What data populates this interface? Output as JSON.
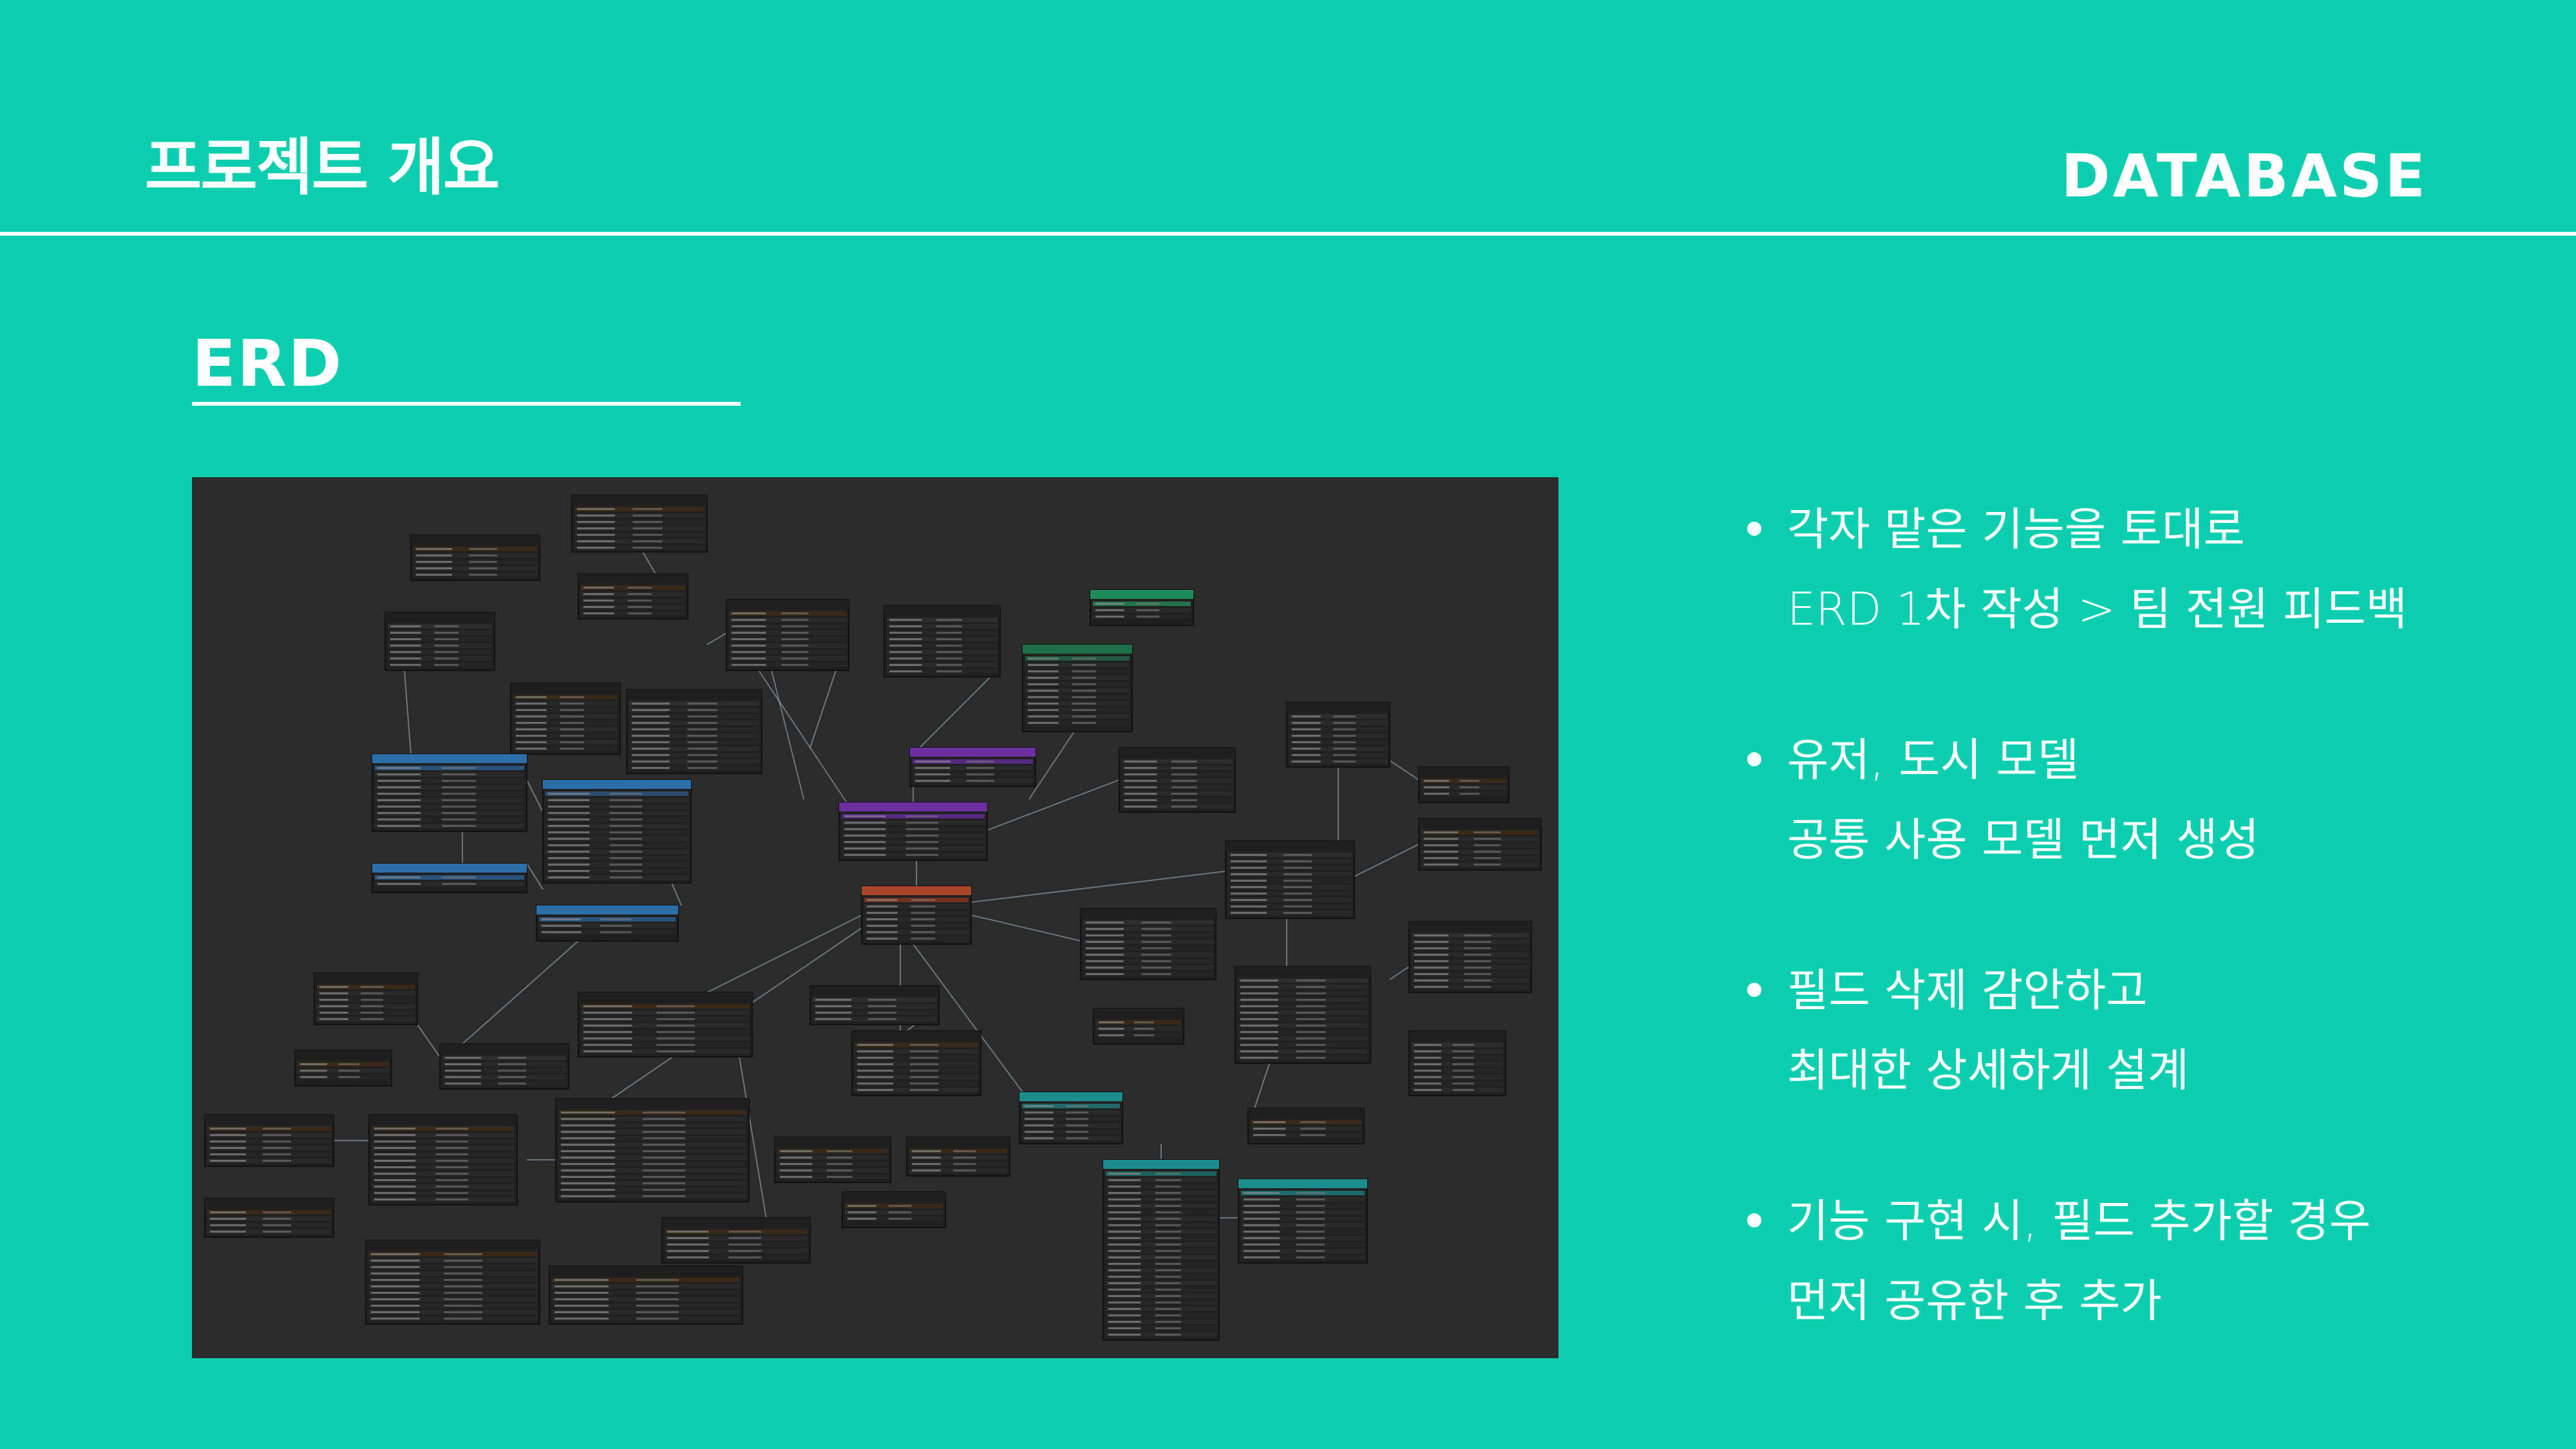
{
  "header": {
    "title": "프로젝트 개요",
    "right_label": "DATABASE"
  },
  "section": {
    "title": "ERD"
  },
  "diagram": {
    "description_icon": "erd-diagram-image"
  },
  "bullets": [
    {
      "lines": [
        "각자 맡은 기능을 토대로",
        "ERD 1차 작성 > 팀 전원 피드백"
      ]
    },
    {
      "lines": [
        "유저, 도시 모델",
        "공통 사용 모델 먼저 생성"
      ]
    },
    {
      "lines": [
        "필드 삭제 감안하고",
        "최대한 상세하게 설계"
      ]
    },
    {
      "lines": [
        "기능 구현 시, 필드 추가할 경우",
        "먼저 공유한 후 추가"
      ]
    }
  ],
  "colors": {
    "background": "#0bcfae",
    "diagram_bg": "#2b2b2b",
    "text": "#ffffff"
  }
}
